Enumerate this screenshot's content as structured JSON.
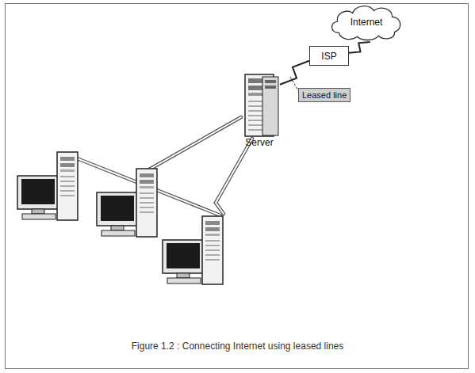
{
  "diagram": {
    "caption": "Figure 1.2 : Connecting Internet using leased lines",
    "nodes": [
      {
        "text": [
          "Internet"
        ]
      },
      {
        "text": [
          "ISP"
        ]
      },
      {
        "text": [
          "Leased line"
        ]
      },
      {
        "text": [
          "Server"
        ]
      }
    ],
    "edges": [
      {
        "from": 0,
        "to": 1,
        "arrow": "none"
      },
      {
        "from": 1,
        "to": 3,
        "arrow": "none"
      }
    ]
  }
}
